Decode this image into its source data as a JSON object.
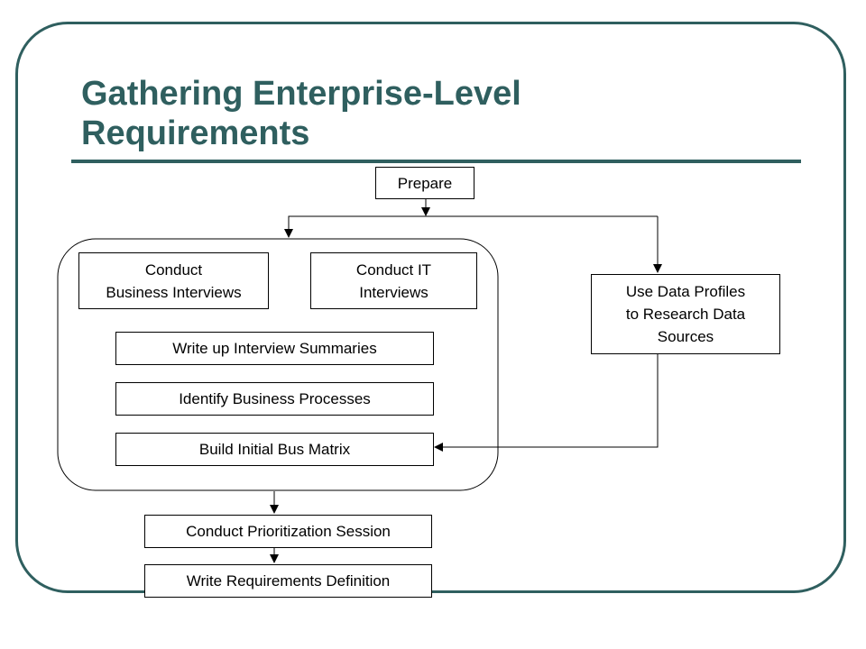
{
  "title": "Gathering Enterprise-Level\nRequirements",
  "colors": {
    "accent": "#2f5f5f",
    "box_border": "#000000",
    "text": "#000000"
  },
  "diagram": {
    "prepare": "Prepare",
    "business_interviews": "Conduct\nBusiness Interviews",
    "it_interviews": "Conduct IT\nInterviews",
    "data_profiles": "Use Data Profiles\nto Research Data\nSources",
    "interview_summaries": "Write up Interview Summaries",
    "business_processes": "Identify Business Processes",
    "bus_matrix": "Build Initial Bus Matrix",
    "prioritization": "Conduct Prioritization Session",
    "requirements_definition": "Write Requirements Definition"
  }
}
